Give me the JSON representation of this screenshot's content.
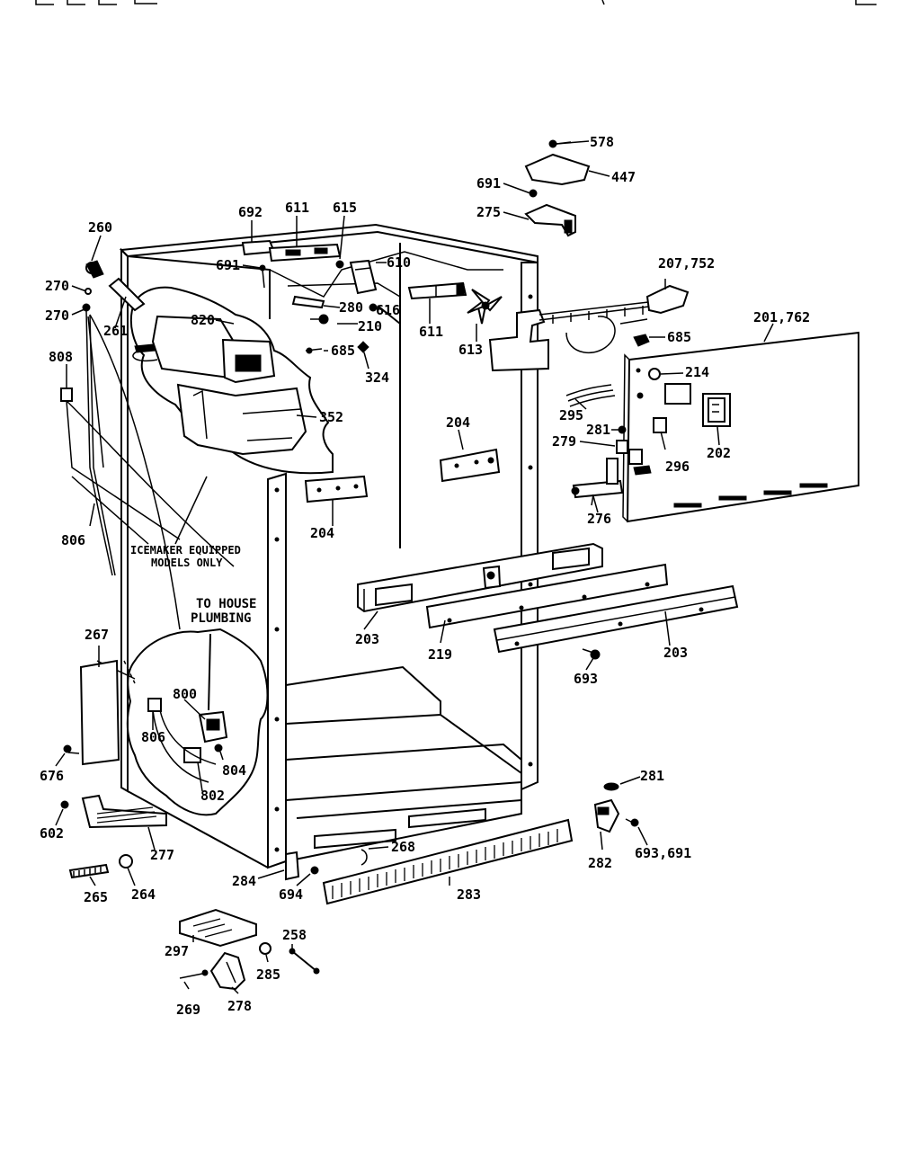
{
  "callouts": [
    {
      "id": "c578",
      "text": "578"
    },
    {
      "id": "c447",
      "text": "447"
    },
    {
      "id": "c691a",
      "text": "691"
    },
    {
      "id": "c275",
      "text": "275"
    },
    {
      "id": "c260",
      "text": "260"
    },
    {
      "id": "c692",
      "text": "692"
    },
    {
      "id": "c611a",
      "text": "611"
    },
    {
      "id": "c615",
      "text": "615"
    },
    {
      "id": "c691b",
      "text": "691"
    },
    {
      "id": "c610",
      "text": "610"
    },
    {
      "id": "c270a",
      "text": "270"
    },
    {
      "id": "c270b",
      "text": "270"
    },
    {
      "id": "c261",
      "text": "261"
    },
    {
      "id": "c820",
      "text": "820"
    },
    {
      "id": "c280",
      "text": "280"
    },
    {
      "id": "c616",
      "text": "616"
    },
    {
      "id": "c210",
      "text": "210"
    },
    {
      "id": "c611b",
      "text": "611"
    },
    {
      "id": "c613",
      "text": "613"
    },
    {
      "id": "c207",
      "text": "207,752"
    },
    {
      "id": "c201",
      "text": "201,762"
    },
    {
      "id": "c685a",
      "text": "685"
    },
    {
      "id": "c685b",
      "text": "685"
    },
    {
      "id": "c324",
      "text": "324"
    },
    {
      "id": "c214",
      "text": "214"
    },
    {
      "id": "c808",
      "text": "808"
    },
    {
      "id": "c352",
      "text": "352"
    },
    {
      "id": "c295",
      "text": "295"
    },
    {
      "id": "c204a",
      "text": "204"
    },
    {
      "id": "c281a",
      "text": "281"
    },
    {
      "id": "c279",
      "text": "279"
    },
    {
      "id": "c296",
      "text": "296"
    },
    {
      "id": "c202",
      "text": "202"
    },
    {
      "id": "c204b",
      "text": "204"
    },
    {
      "id": "c276",
      "text": "276"
    },
    {
      "id": "c806a",
      "text": "806"
    },
    {
      "id": "c267",
      "text": "267"
    },
    {
      "id": "c203a",
      "text": "203"
    },
    {
      "id": "c219",
      "text": "219"
    },
    {
      "id": "c203b",
      "text": "203"
    },
    {
      "id": "c693a",
      "text": "693"
    },
    {
      "id": "c800",
      "text": "800"
    },
    {
      "id": "c806b",
      "text": "806"
    },
    {
      "id": "c804",
      "text": "804"
    },
    {
      "id": "c802",
      "text": "802"
    },
    {
      "id": "c676",
      "text": "676"
    },
    {
      "id": "c281b",
      "text": "281"
    },
    {
      "id": "c602",
      "text": "602"
    },
    {
      "id": "c277",
      "text": "277"
    },
    {
      "id": "c268",
      "text": "268"
    },
    {
      "id": "c284",
      "text": "284"
    },
    {
      "id": "c694",
      "text": "694"
    },
    {
      "id": "c282",
      "text": "282"
    },
    {
      "id": "c693b",
      "text": "693,691"
    },
    {
      "id": "c265",
      "text": "265"
    },
    {
      "id": "c264",
      "text": "264"
    },
    {
      "id": "c283",
      "text": "283"
    },
    {
      "id": "c258",
      "text": "258"
    },
    {
      "id": "c297",
      "text": "297"
    },
    {
      "id": "c285",
      "text": "285"
    },
    {
      "id": "c269",
      "text": "269"
    },
    {
      "id": "c278",
      "text": "278"
    }
  ],
  "notes": {
    "icemaker_line1": "ICEMAKER EQUIPPED",
    "icemaker_line2": "MODELS ONLY",
    "plumbing_line1": "TO HOUSE",
    "plumbing_line2": "PLUMBING"
  }
}
